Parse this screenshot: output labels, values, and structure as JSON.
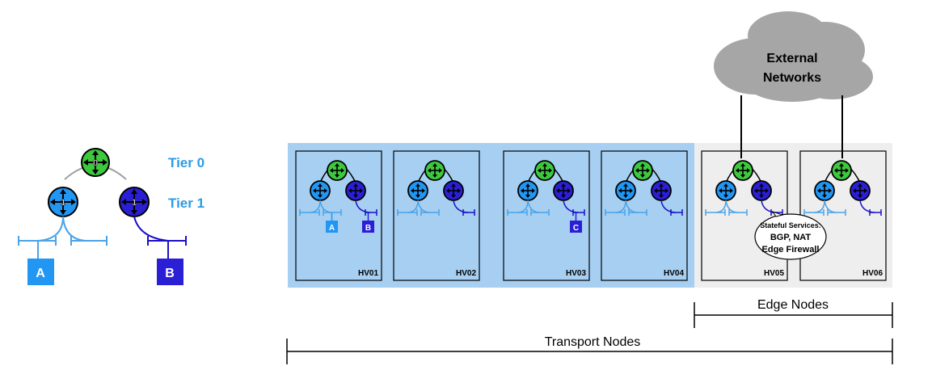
{
  "legend": {
    "tier0_label": "Tier 0",
    "tier1_label": "Tier 1",
    "tier0_router_label": "0",
    "tier1a_router_label": "1",
    "tier1b_router_label": "1",
    "segment_a_label": "A",
    "segment_b_label": "B"
  },
  "hosts": [
    {
      "name": "HV01",
      "badges": [
        "A",
        "B"
      ]
    },
    {
      "name": "HV02",
      "badges": []
    },
    {
      "name": "HV03",
      "badges": [
        "C"
      ]
    },
    {
      "name": "HV04",
      "badges": []
    },
    {
      "name": "HV05",
      "badges": []
    },
    {
      "name": "HV06",
      "badges": []
    }
  ],
  "cloud_label": "External Networks",
  "stateful_services": "Stateful Services: BGP, NAT Edge Firewall",
  "edge_nodes_label": "Edge Nodes",
  "transport_nodes_label": "Transport Nodes",
  "colors": {
    "tier0": "#3ec83e",
    "tier1_light": "#2196f3",
    "tier1_dark": "#2b1fd6",
    "segment_light": "#4aa3e8",
    "segment_dark": "#1a10c8",
    "transport_bg": "#a6cff2",
    "edge_bg": "#eeeeee",
    "cloud": "#a6a6a6"
  }
}
